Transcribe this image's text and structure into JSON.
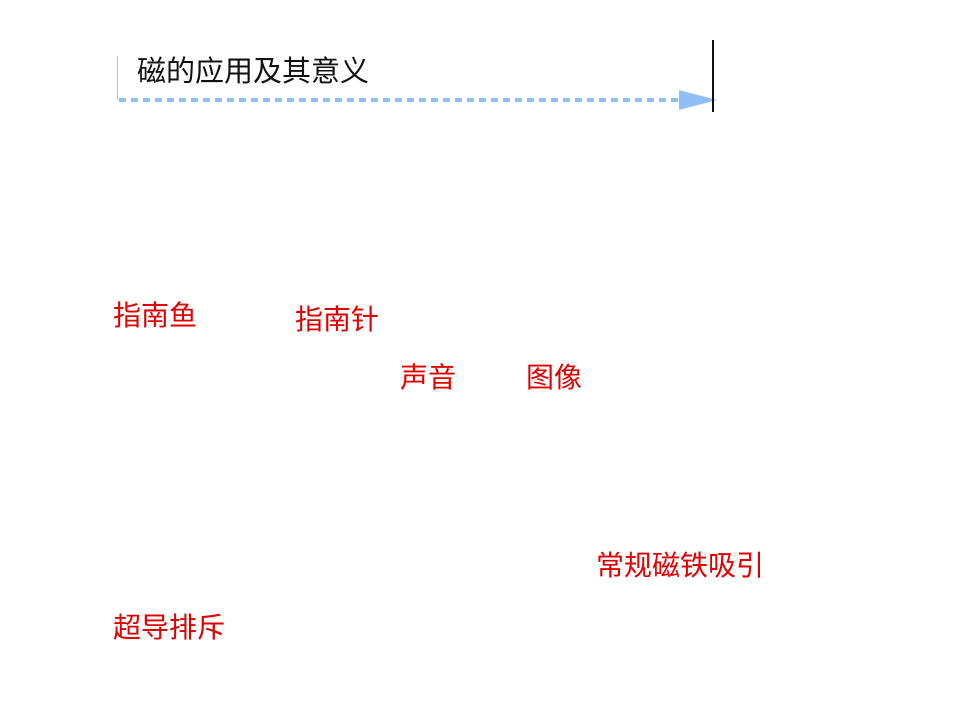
{
  "title": "磁的应用及其意义",
  "colors": {
    "title_text": "#111111",
    "label_text": "#e00000",
    "arrow": "#8fbff5",
    "accent_line": "#9ec4f0"
  },
  "icons": {
    "title_arrow": "dashed-arrow-icon"
  },
  "labels": {
    "compass_fish": "指南鱼",
    "compass_needle": "指南针",
    "sound": "声音",
    "image": "图像",
    "normal_magnet": "常规磁铁吸引",
    "superconductor": "超导排斥"
  }
}
